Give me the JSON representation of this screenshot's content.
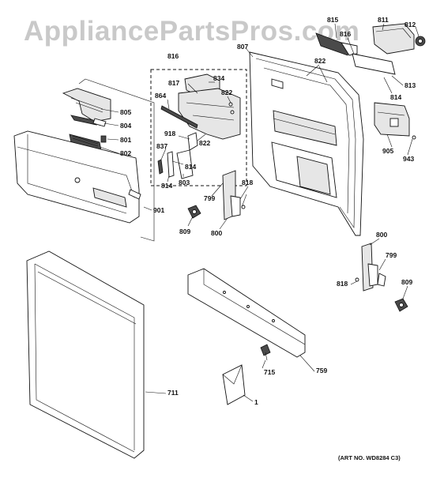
{
  "watermark": "AppliancePartsPros.com",
  "art_number": "(ART NO. WD8284 C3)",
  "labels": {
    "p805": "805",
    "p804": "804",
    "p801": "801",
    "p802": "802",
    "p901": "901",
    "p816": "816",
    "p817": "817",
    "p834": "834",
    "p864": "864",
    "p822": "822",
    "p918": "918",
    "p837": "837",
    "p814": "814",
    "p803": "803",
    "p799": "799",
    "p818": "818",
    "p809": "809",
    "p800": "800",
    "p807": "807",
    "p815": "815",
    "p811": "811",
    "p812": "812",
    "p813": "813",
    "p905": "905",
    "p943": "943",
    "p759": "759",
    "p715": "715",
    "p1": "1",
    "p711": "711"
  }
}
